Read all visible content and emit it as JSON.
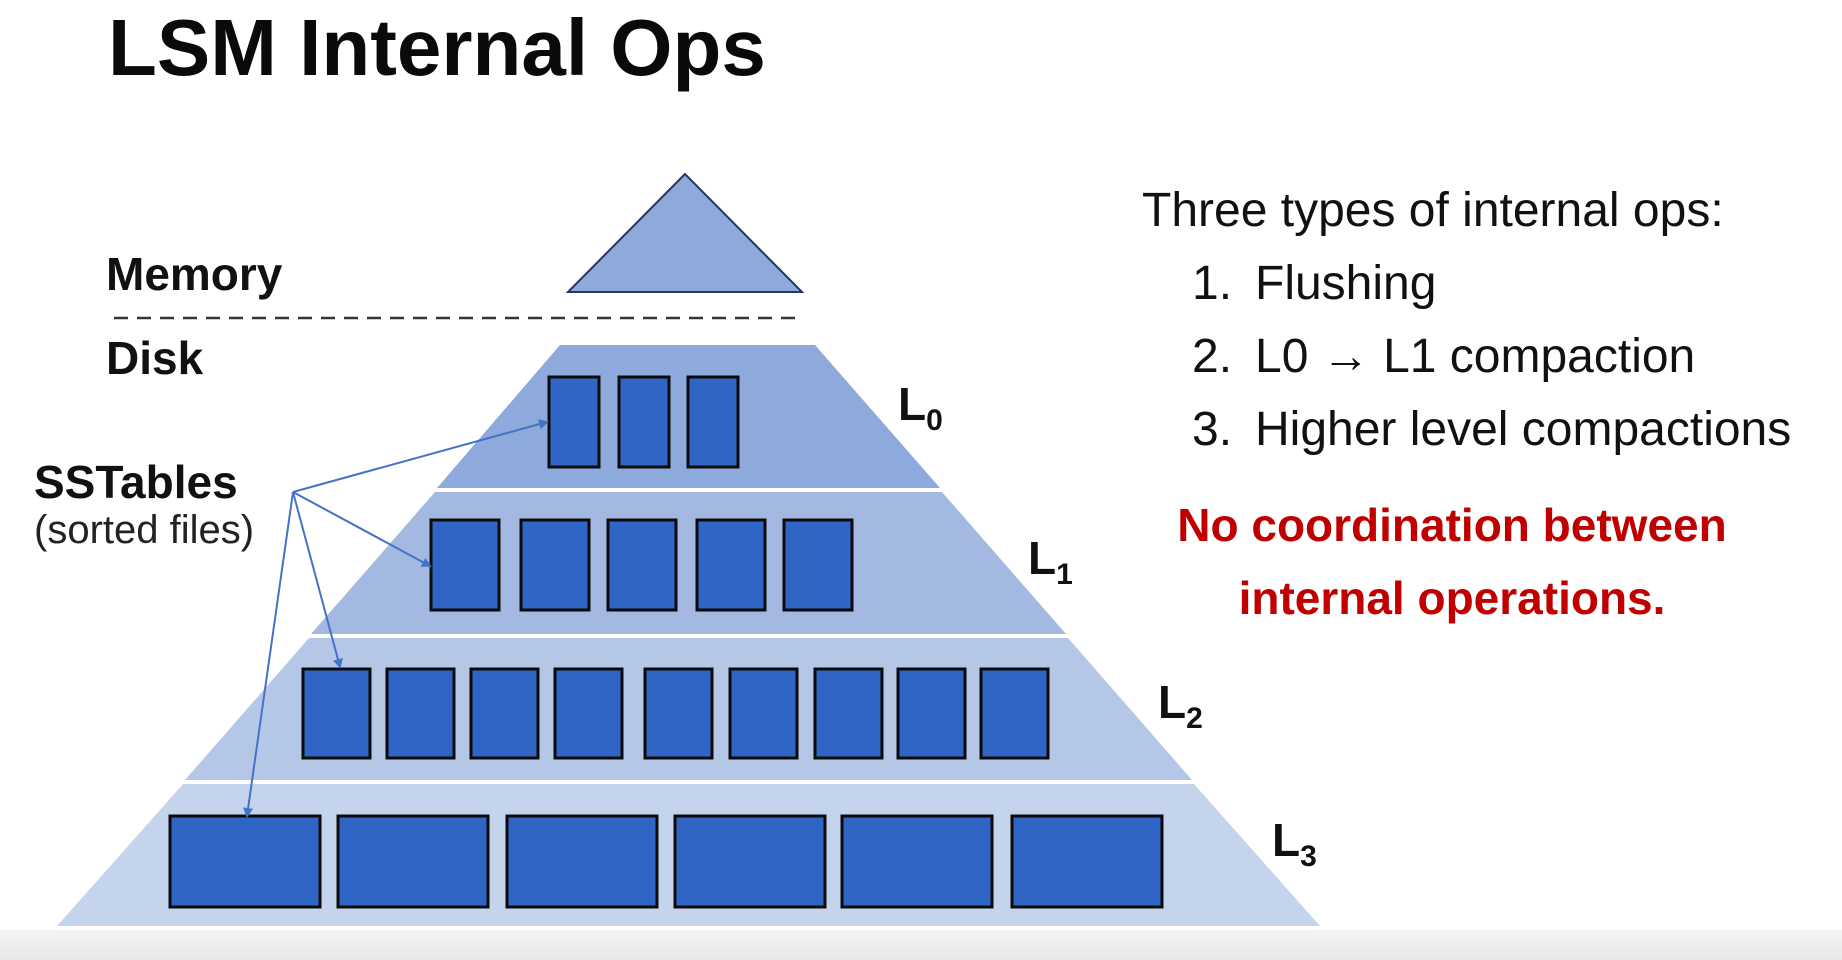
{
  "slide": {
    "title": "LSM Internal Ops",
    "memory_label": "Memory",
    "disk_label": "Disk",
    "sstables_label": "SSTables",
    "sstables_sub": "(sorted files)"
  },
  "levels": [
    {
      "name": "L",
      "sub": "0",
      "sstable_count": 3
    },
    {
      "name": "L",
      "sub": "1",
      "sstable_count": 5
    },
    {
      "name": "L",
      "sub": "2",
      "sstable_count": 9
    },
    {
      "name": "L",
      "sub": "3",
      "sstable_count": 6
    }
  ],
  "panel": {
    "heading": "Three types of internal ops:",
    "items": [
      {
        "num": "1.",
        "text": "Flushing"
      },
      {
        "num": "2.",
        "text": "L0 → L1 compaction"
      },
      {
        "num": "3.",
        "text": "Higher level compactions"
      }
    ],
    "note_line1": "No coordination between",
    "note_line2": "internal operations."
  },
  "colors": {
    "memtable_fill": "#8eaadb",
    "level0_fill": "#8ea9db",
    "level1_fill": "#a3b9e2",
    "level2_fill": "#b4c7e7",
    "level3_fill": "#c5d4ed",
    "sstable_fill": "#2f66c6",
    "arrow": "#4472c4",
    "note": "#c00000"
  }
}
